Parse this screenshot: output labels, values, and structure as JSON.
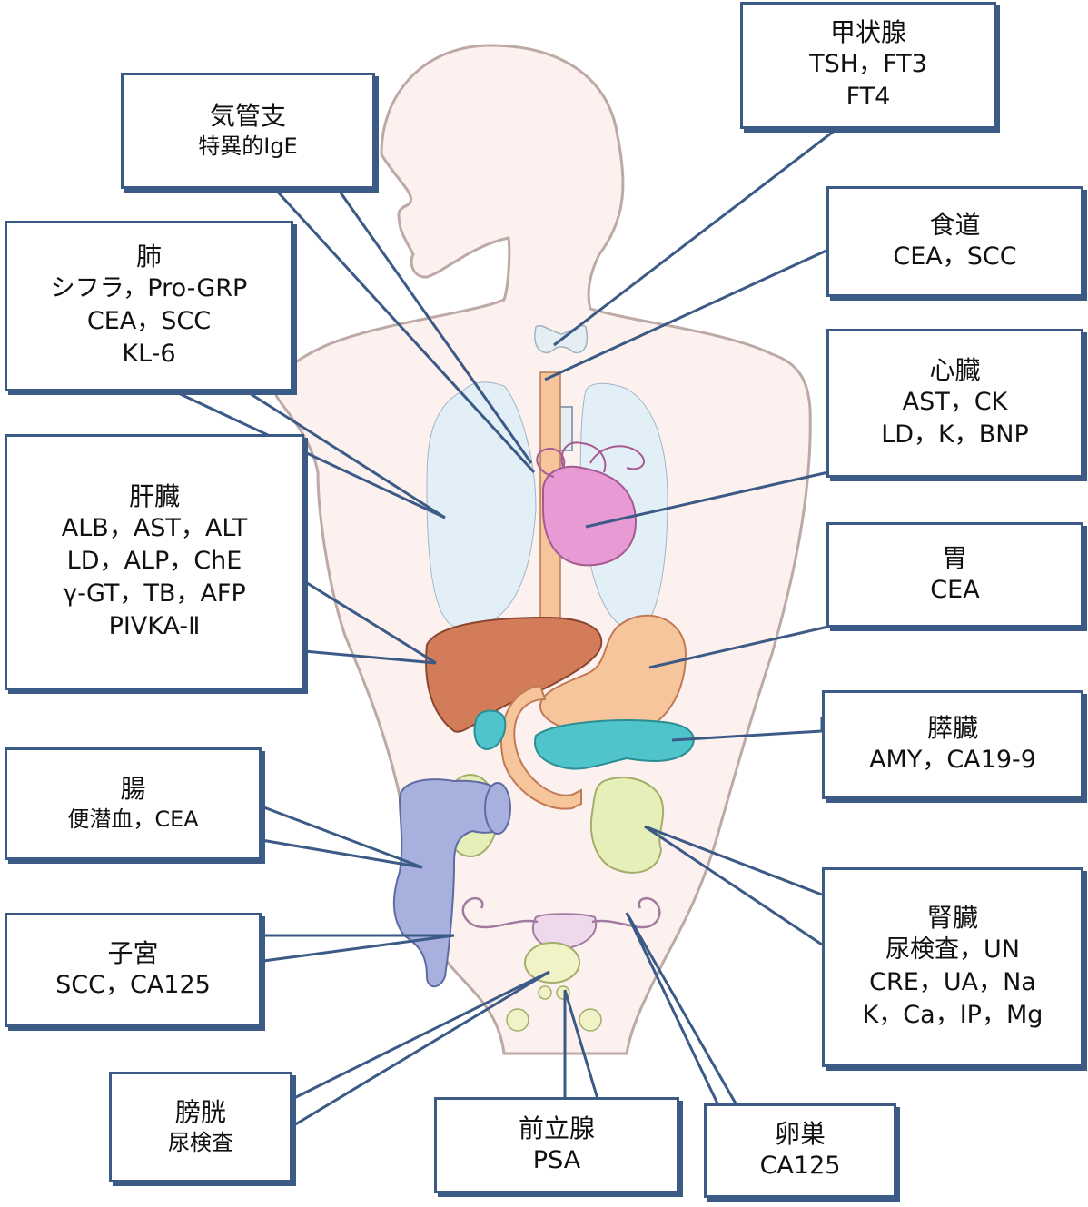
{
  "colors": {
    "body": "#fcf1ee",
    "body_outline": "#bda9a5",
    "leader": "#3b5a86",
    "lung": "#e3eff6",
    "heart": "#e79ad4",
    "liver": "#d27c5a",
    "stomach": "#f6c59b",
    "pancreas": "#4fc5cb",
    "kidney": "#e6efb8",
    "intestine": "#a8b0de",
    "thyroid": "#e4eef3",
    "uterus": "#eed8ec",
    "bladder": "#f1f2c6"
  },
  "boxes": {
    "bronchus": {
      "title": "気管支",
      "markers": [
        "特異的IgE"
      ]
    },
    "thyroid": {
      "title": "甲状腺",
      "markers": [
        "TSH，FT3",
        "FT4"
      ]
    },
    "esophagus": {
      "title": "食道",
      "markers": [
        "CEA，SCC"
      ]
    },
    "lung": {
      "title": "肺",
      "markers": [
        "シフラ，Pro-GRP",
        "CEA，SCC",
        "KL-6"
      ]
    },
    "heart": {
      "title": "心臓",
      "markers": [
        "AST，CK",
        "LD，K，BNP"
      ]
    },
    "liver": {
      "title": "肝臓",
      "markers": [
        "ALB，AST，ALT",
        "LD，ALP，ChE",
        "γ-GT，TB，AFP",
        "PIVKA-Ⅱ"
      ]
    },
    "stomach": {
      "title": "胃",
      "markers": [
        "CEA"
      ]
    },
    "pancreas": {
      "title": "膵臓",
      "markers": [
        "AMY，CA19-9"
      ]
    },
    "intestine": {
      "title": "腸",
      "markers": [
        "便潜血，CEA"
      ]
    },
    "kidney": {
      "title": "腎臓",
      "markers": [
        "尿検査，UN",
        "CRE，UA，Na",
        "K，Ca，IP，Mg"
      ]
    },
    "uterus": {
      "title": "子宮",
      "markers": [
        "SCC，CA125"
      ]
    },
    "bladder": {
      "title": "膀胱",
      "markers": [
        "尿検査"
      ]
    },
    "prostate": {
      "title": "前立腺",
      "markers": [
        "PSA"
      ]
    },
    "ovary": {
      "title": "卵巣",
      "markers": [
        "CA125"
      ]
    }
  }
}
